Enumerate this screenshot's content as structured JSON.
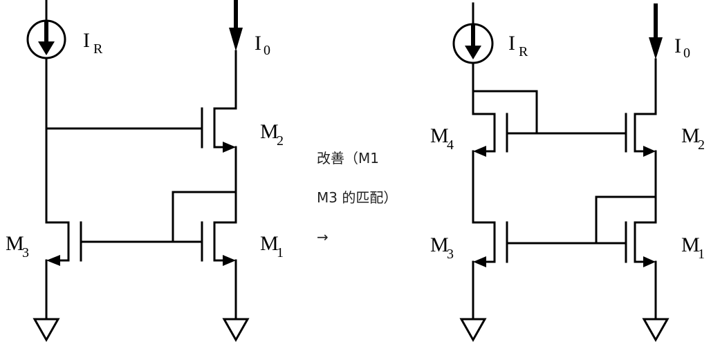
{
  "labels": {
    "ir_main": "I",
    "ir_sub": "R",
    "io_main": "I",
    "io_sub": "0",
    "m_letter": "M",
    "m1_sub": "1",
    "m2_sub": "2",
    "m3_sub": "3",
    "m4_sub": "4"
  },
  "note": {
    "line1": "改善（M1",
    "line2": "M3 的匹配）",
    "arrow": "→"
  }
}
